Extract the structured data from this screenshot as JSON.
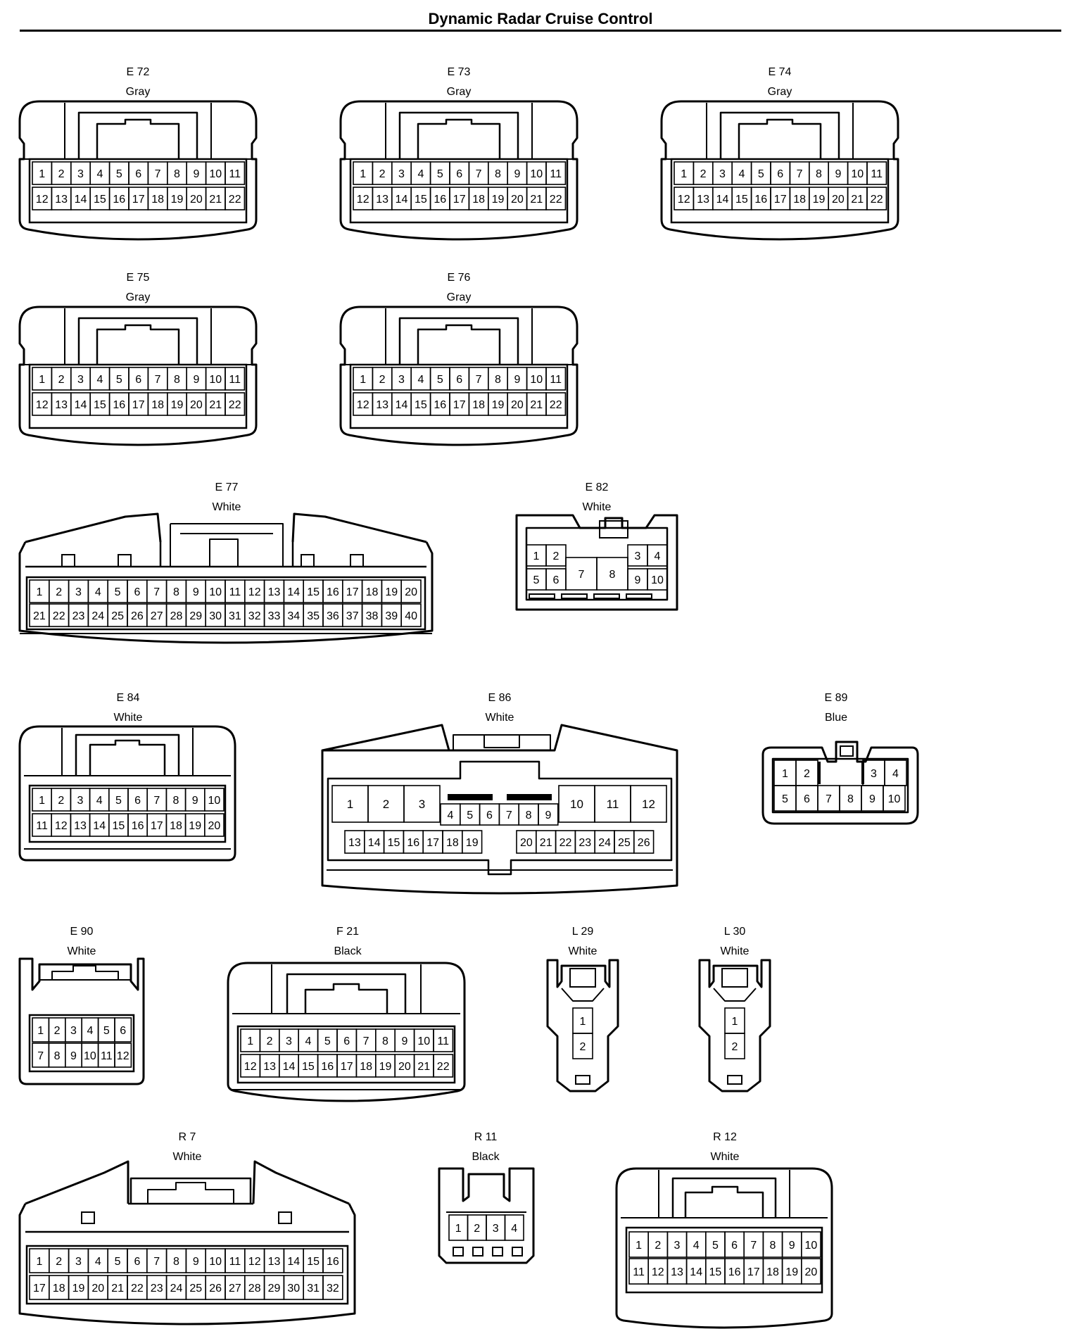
{
  "title": "Dynamic Radar Cruise Control",
  "connectors": [
    {
      "code": "E 72",
      "color": "Gray"
    },
    {
      "code": "E 73",
      "color": "Gray"
    },
    {
      "code": "E 74",
      "color": "Gray"
    },
    {
      "code": "E 75",
      "color": "Gray"
    },
    {
      "code": "E 76",
      "color": "Gray"
    },
    {
      "code": "E 77",
      "color": "White"
    },
    {
      "code": "E 82",
      "color": "White"
    },
    {
      "code": "E 84",
      "color": "White"
    },
    {
      "code": "E 86",
      "color": "White"
    },
    {
      "code": "E 89",
      "color": "Blue"
    },
    {
      "code": "E 90",
      "color": "White"
    },
    {
      "code": "F 21",
      "color": "Black"
    },
    {
      "code": "L 29",
      "color": "White"
    },
    {
      "code": "L 30",
      "color": "White"
    },
    {
      "code": "R 7",
      "color": "White"
    },
    {
      "code": "R 11",
      "color": "Black"
    },
    {
      "code": "R 12",
      "color": "White"
    }
  ]
}
